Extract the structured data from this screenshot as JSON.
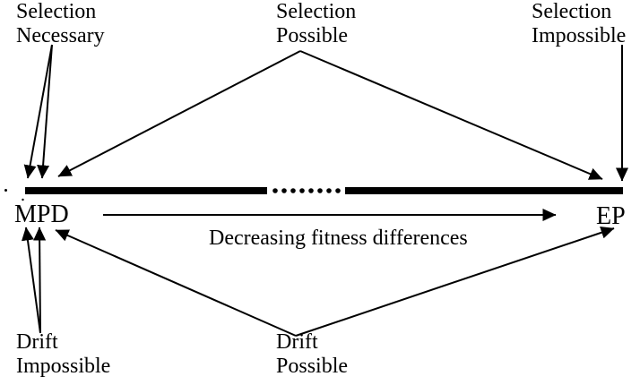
{
  "page": {
    "background_color": "#ffffff",
    "ink_color": "#000000"
  },
  "diagram": {
    "kind": "selection-drift-spectrum",
    "top_labels": {
      "selection_necessary": {
        "line1": "Selection",
        "line2": "Necessary"
      },
      "selection_possible": {
        "line1": "Selection",
        "line2": "Possible"
      },
      "selection_impossible": {
        "line1": "Selection",
        "line2": "Impossible"
      }
    },
    "bottom_labels": {
      "drift_impossible": {
        "line1": "Drift",
        "line2": "Impossible"
      },
      "drift_possible": {
        "line1": "Drift",
        "line2": "Possible"
      }
    },
    "axis": {
      "left_endpoint": "MPD",
      "right_endpoint": "EP",
      "direction_caption": "Decreasing fitness differences"
    }
  }
}
